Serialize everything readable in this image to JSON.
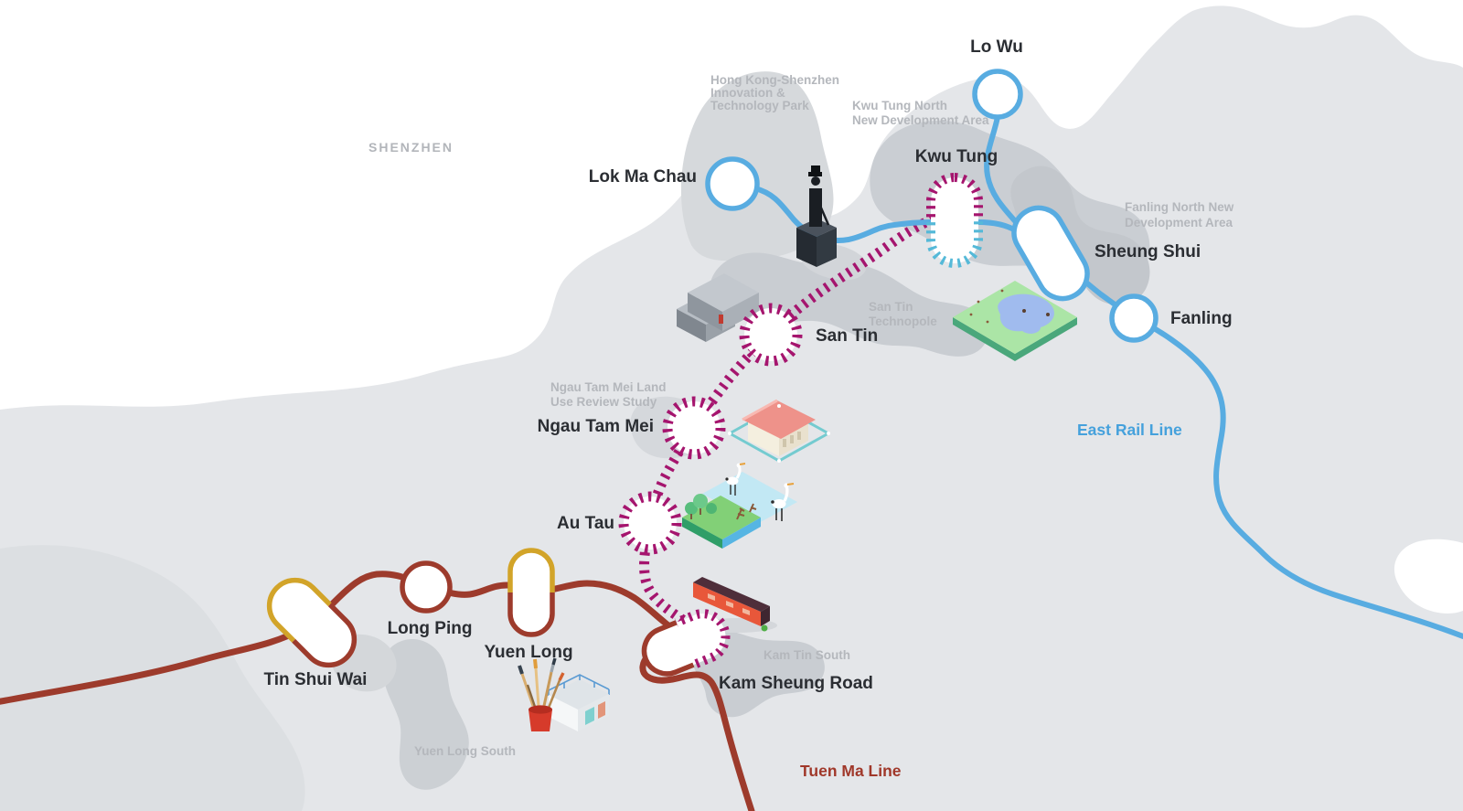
{
  "map": {
    "region_label": "SHENZHEN",
    "background_color": "#ffffff",
    "land_color": "#e4e6e9",
    "district_color": "#caced3",
    "district_light_color": "#d6d9dc",
    "hills_color": "#dcdfe2"
  },
  "lines": {
    "east_rail": {
      "label": "East Rail Line",
      "color": "#58ace1",
      "label_color": "#45a1dc"
    },
    "tuen_ma": {
      "label": "Tuen Ma Line",
      "color": "#9d3b2c",
      "label_color": "#a0382a"
    },
    "northern_link": {
      "color": "#a5156e"
    },
    "light_rail": {
      "color": "#d2a429"
    },
    "east_rail_future": {
      "color": "#55b9d8"
    }
  },
  "stations": [
    {
      "name": "Lo Wu"
    },
    {
      "name": "Lok Ma Chau"
    },
    {
      "name": "Kwu Tung"
    },
    {
      "name": "Sheung Shui"
    },
    {
      "name": "Fanling"
    },
    {
      "name": "San Tin"
    },
    {
      "name": "Ngau Tam Mei"
    },
    {
      "name": "Au Tau"
    },
    {
      "name": "Kam Sheung Road"
    },
    {
      "name": "Yuen Long"
    },
    {
      "name": "Long Ping"
    },
    {
      "name": "Tin Shui Wai"
    }
  ],
  "areas": [
    {
      "id": "shenzhen",
      "lines": [
        "SHENZHEN"
      ]
    },
    {
      "id": "hk-sz-innovation-technology-park",
      "lines": [
        "Hong Kong-Shenzhen",
        "Innovation &",
        "Technology Park"
      ]
    },
    {
      "id": "kwu-tung-north-nda",
      "lines": [
        "Kwu Tung North",
        "New Development Area"
      ]
    },
    {
      "id": "fanling-north-nda",
      "lines": [
        "Fanling North New",
        "Development Area"
      ]
    },
    {
      "id": "san-tin-technopole",
      "lines": [
        "San Tin",
        "Technopole"
      ]
    },
    {
      "id": "ngau-tam-mei-study",
      "lines": [
        "Ngau Tam Mei Land",
        "Use Review Study"
      ]
    },
    {
      "id": "kam-tin-south",
      "lines": [
        "Kam Tin South"
      ]
    },
    {
      "id": "yuen-long-south",
      "lines": [
        "Yuen Long South"
      ]
    }
  ],
  "illustrations": [
    {
      "name": "statue-monument"
    },
    {
      "name": "walled-village-buildings"
    },
    {
      "name": "nature-park-pond"
    },
    {
      "name": "heritage-school-building"
    },
    {
      "name": "wetland-egrets"
    },
    {
      "name": "heritage-railway-coach"
    },
    {
      "name": "art-brushes-studio"
    }
  ]
}
